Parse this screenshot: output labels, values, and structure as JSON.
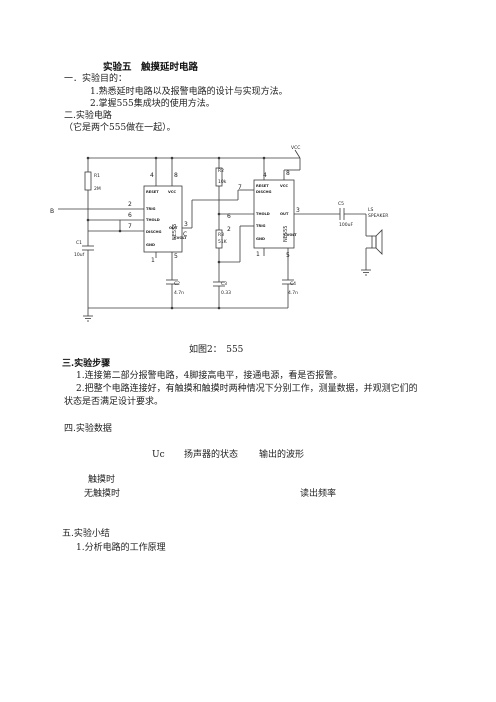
{
  "doc": {
    "title": "实验五　触摸延时电路",
    "s1_heading": "一．实验目的：",
    "s1_items": [
      "1.熟悉延时电路以及报警电路的设计与实现方法。",
      "2.掌握555集成块的使用方法。"
    ],
    "s2_heading": "二.实验电路",
    "s2_note": "（它是两个555做在一起）。",
    "figure_caption": "如图2：　555",
    "s3_heading": "三.实验步骤",
    "s3_p1": "1.连接第二部分报警电路，4脚接高电平，接通电源，看是否报警。",
    "s3_p2_line1": "2.把整个电路连接好，有触摸和触摸时两种情况下分别工作，测量数据，并观测它们的",
    "s3_p2_line2": "状态是否满足设计要求。",
    "s4_heading": "四.实验数据",
    "table_headers": [
      "Uc",
      "扬声器的状态",
      "输出的波形"
    ],
    "row1": "触摸时",
    "row2": "无触摸时",
    "row2_note": "读出频率",
    "s5_heading": "五.实验小结",
    "s5_item": "1.分析电路的工作原理"
  },
  "circuit": {
    "vcc": "VCC",
    "r1_name": "R1",
    "r1_val": "2M",
    "r2_name": "R2",
    "r2_val": "10k",
    "r3_name": "R3",
    "r3_val": "51K",
    "c1_name": "C1",
    "c1_val": "10uf",
    "c2_name": "C2",
    "c2_val": "4.7n",
    "c3_name": "C3",
    "c3_val": "0.33",
    "c4_name": "C4",
    "c4_val": "4.7n",
    "c5_name": "C5",
    "c5_val": "100uF",
    "ls_name": "LS",
    "ls_val": "SPEAKER",
    "chip1_label": "NE555",
    "chip2_label": "NE555",
    "pin_reset": "RESET",
    "pin_vcc": "VCC",
    "pin_trig": "TRIG",
    "pin_thold": "THOLD",
    "pin_dischg": "DISCHG",
    "pin_out": "OUT",
    "pin_gnd": "GND",
    "pin_cvolt": "CVOLT",
    "touch": "B",
    "chip1_c": "C",
    "n4a": "4",
    "n8a": "8",
    "n2a": "2",
    "n6a": "6",
    "n7a": "7",
    "n1a": "1",
    "n5a": "5",
    "n3a": "3",
    "n4b": "4",
    "n8b": "8",
    "n7b": "7",
    "n6b": "6",
    "n2b": "2",
    "n1b": "1",
    "n5b": "5",
    "n3b": "3"
  }
}
